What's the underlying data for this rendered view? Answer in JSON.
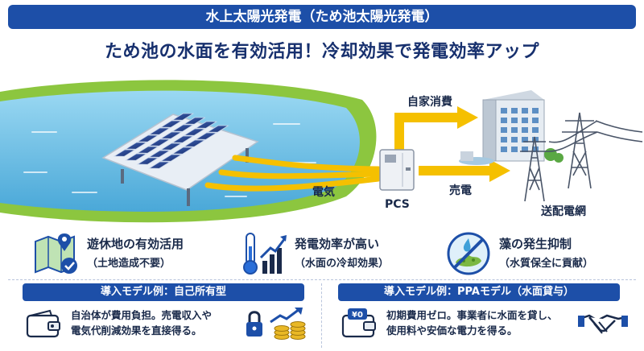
{
  "title": "水上太陽光発電（ため池太陽光発電）",
  "headline": "ため池の水面を有効活用！冷却効果で発電効率アップ",
  "diagram": {
    "label_self_consumption": "自家消費",
    "label_electricity": "電気",
    "label_pcs": "PCS",
    "label_sell": "売電",
    "label_grid": "送配電網"
  },
  "features": [
    {
      "title": "遊休地の有効活用",
      "subtitle": "（土地造成不要）",
      "icon": "map-check-icon"
    },
    {
      "title": "発電効率が高い",
      "subtitle": "（水面の冷却効果）",
      "icon": "thermometer-chart-icon"
    },
    {
      "title": "藻の発生抑制",
      "subtitle": "（水質保全に貢献）",
      "icon": "no-algae-icon"
    }
  ],
  "models": [
    {
      "heading": "導入モデル例：自己所有型",
      "line1": "自治体が費用負担。売電収入や",
      "line2": "電気代削減効果を直接得る。",
      "icons": [
        "wallet-icon",
        "lock-icon",
        "growth-coins-icon"
      ]
    },
    {
      "heading": "導入モデル例：PPAモデル（水面貸与）",
      "line1": "初期費用ゼロ。事業者に水面を貸し、",
      "line2": "使用料や安価な電力を得る。",
      "icons": [
        "wallet-yen-icon",
        "handshake-icon"
      ],
      "yen_badge": "¥0"
    }
  ],
  "colors": {
    "primary": "#1d4fa8",
    "water": "#6cc0e4",
    "grass": "#8cc63f",
    "arrow": "#f5c000"
  }
}
